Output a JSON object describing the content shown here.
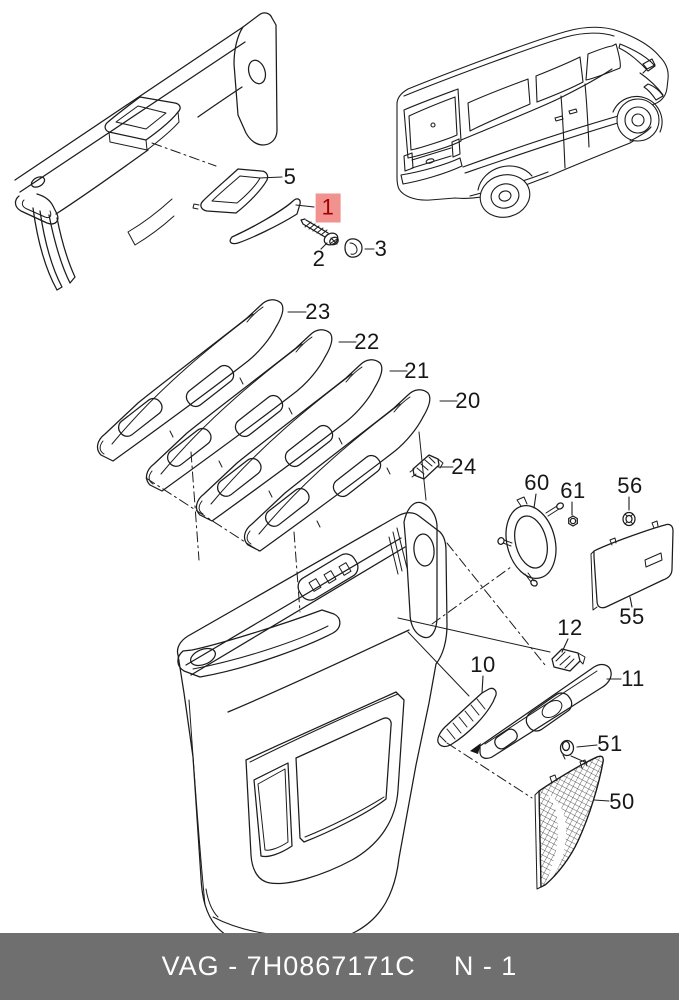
{
  "colors": {
    "background": "#ffffff",
    "diagram_line": "#1c1c1c",
    "highlight_bg": "#f2928f",
    "highlight_text": "#a00000",
    "footer_bg": "#6f6f6f",
    "footer_text": "#ffffff"
  },
  "callouts": [
    {
      "num": "1",
      "highlighted": true
    },
    {
      "num": "2",
      "highlighted": false
    },
    {
      "num": "3",
      "highlighted": false
    },
    {
      "num": "5",
      "highlighted": false
    },
    {
      "num": "23",
      "highlighted": false
    },
    {
      "num": "22",
      "highlighted": false
    },
    {
      "num": "21",
      "highlighted": false
    },
    {
      "num": "20",
      "highlighted": false
    },
    {
      "num": "24",
      "highlighted": false
    },
    {
      "num": "60",
      "highlighted": false
    },
    {
      "num": "61",
      "highlighted": false
    },
    {
      "num": "56",
      "highlighted": false
    },
    {
      "num": "55",
      "highlighted": false
    },
    {
      "num": "12",
      "highlighted": false
    },
    {
      "num": "10",
      "highlighted": false
    },
    {
      "num": "11",
      "highlighted": false
    },
    {
      "num": "51",
      "highlighted": false
    },
    {
      "num": "50",
      "highlighted": false
    }
  ],
  "footer": {
    "catalog_code": "VAG - 7H0867171C",
    "sheet_ref": "N - 1"
  }
}
